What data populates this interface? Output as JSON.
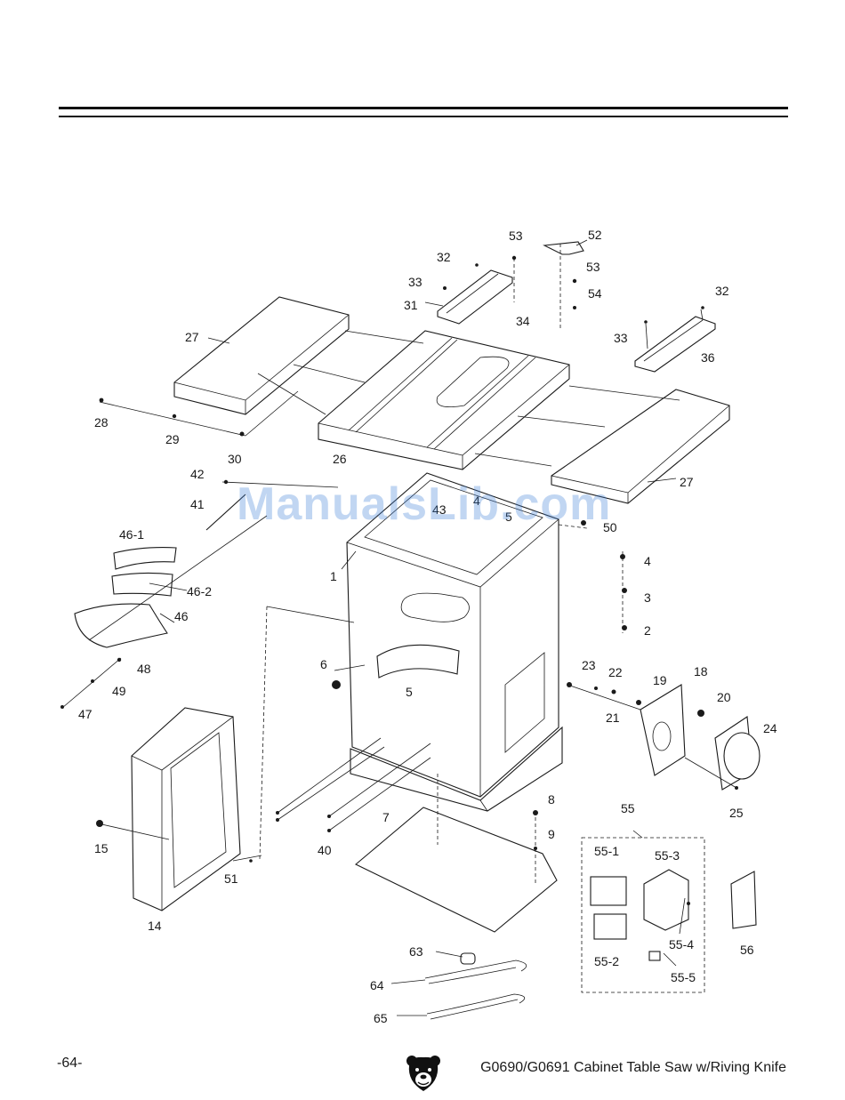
{
  "footer": {
    "page_number": "-64-",
    "title": "G0690/G0691 Cabinet Table Saw w/Riving Knife"
  },
  "watermark": "ManualsLib.com",
  "logo_icon": "bear-head-icon",
  "callouts": {
    "p1": "1",
    "p2": "2",
    "p3": "3",
    "p4": "4",
    "p4b": "4",
    "p5": "5",
    "p5b": "5",
    "p6": "6",
    "p7": "7",
    "p8": "8",
    "p9": "9",
    "p14": "14",
    "p15": "15",
    "p18": "18",
    "p19": "19",
    "p20": "20",
    "p21": "21",
    "p22": "22",
    "p23": "23",
    "p24": "24",
    "p25": "25",
    "p26": "26",
    "p27a": "27",
    "p27b": "27",
    "p28": "28",
    "p29": "29",
    "p30": "30",
    "p31": "31",
    "p32a": "32",
    "p32b": "32",
    "p33a": "33",
    "p33b": "33",
    "p34": "34",
    "p36": "36",
    "p40": "40",
    "p41": "41",
    "p42": "42",
    "p43": "43",
    "p46": "46",
    "p46_1": "46-1",
    "p46_2": "46-2",
    "p47": "47",
    "p48": "48",
    "p49": "49",
    "p50": "50",
    "p51": "51",
    "p52": "52",
    "p53a": "53",
    "p53b": "53",
    "p54": "54",
    "p55": "55",
    "p55_1": "55-1",
    "p55_2": "55-2",
    "p55_3": "55-3",
    "p55_4": "55-4",
    "p55_5": "55-5",
    "p56": "56",
    "p63": "63",
    "p64": "64",
    "p65": "65"
  }
}
